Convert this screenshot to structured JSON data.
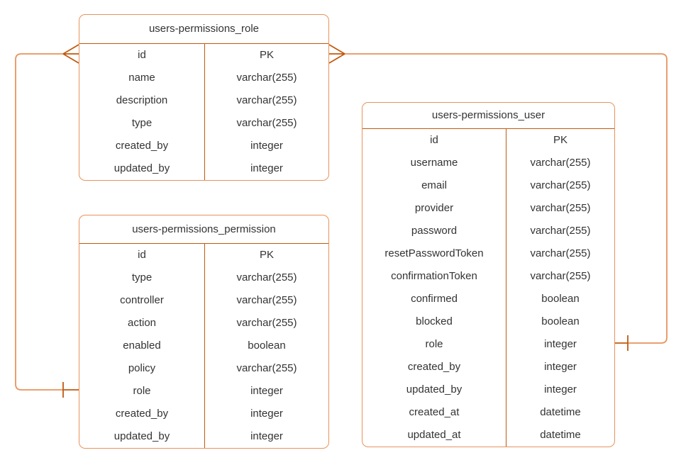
{
  "diagram": {
    "colors": {
      "line_light": "#E8935B",
      "line_dark": "#C05A10",
      "text": "#333333",
      "background": "#FFFFFF"
    },
    "tables": [
      {
        "title": "users-permissions_role",
        "fields": [
          {
            "name": "id",
            "type": "PK"
          },
          {
            "name": "name",
            "type": "varchar(255)"
          },
          {
            "name": "description",
            "type": "varchar(255)"
          },
          {
            "name": "type",
            "type": "varchar(255)"
          },
          {
            "name": "created_by",
            "type": "integer"
          },
          {
            "name": "updated_by",
            "type": "integer"
          }
        ]
      },
      {
        "title": "users-permissions_permission",
        "fields": [
          {
            "name": "id",
            "type": "PK"
          },
          {
            "name": "type",
            "type": "varchar(255)"
          },
          {
            "name": "controller",
            "type": "varchar(255)"
          },
          {
            "name": "action",
            "type": "varchar(255)"
          },
          {
            "name": "enabled",
            "type": "boolean"
          },
          {
            "name": "policy",
            "type": "varchar(255)"
          },
          {
            "name": "role",
            "type": "integer"
          },
          {
            "name": "created_by",
            "type": "integer"
          },
          {
            "name": "updated_by",
            "type": "integer"
          }
        ]
      },
      {
        "title": "users-permissions_user",
        "fields": [
          {
            "name": "id",
            "type": "PK"
          },
          {
            "name": "username",
            "type": "varchar(255)"
          },
          {
            "name": "email",
            "type": "varchar(255)"
          },
          {
            "name": "provider",
            "type": "varchar(255)"
          },
          {
            "name": "password",
            "type": "varchar(255)"
          },
          {
            "name": "resetPasswordToken",
            "type": "varchar(255)"
          },
          {
            "name": "confirmationToken",
            "type": "varchar(255)"
          },
          {
            "name": "confirmed",
            "type": "boolean"
          },
          {
            "name": "blocked",
            "type": "boolean"
          },
          {
            "name": "role",
            "type": "integer"
          },
          {
            "name": "created_by",
            "type": "integer"
          },
          {
            "name": "updated_by",
            "type": "integer"
          },
          {
            "name": "created_at",
            "type": "datetime"
          },
          {
            "name": "updated_at",
            "type": "datetime"
          }
        ]
      }
    ],
    "relationships": [
      {
        "from": "users-permissions_role.id",
        "from_cardinality": "many",
        "to": "users-permissions_permission.role",
        "to_cardinality": "one"
      },
      {
        "from": "users-permissions_role.id",
        "from_cardinality": "many",
        "to": "users-permissions_user.role",
        "to_cardinality": "one"
      }
    ]
  }
}
